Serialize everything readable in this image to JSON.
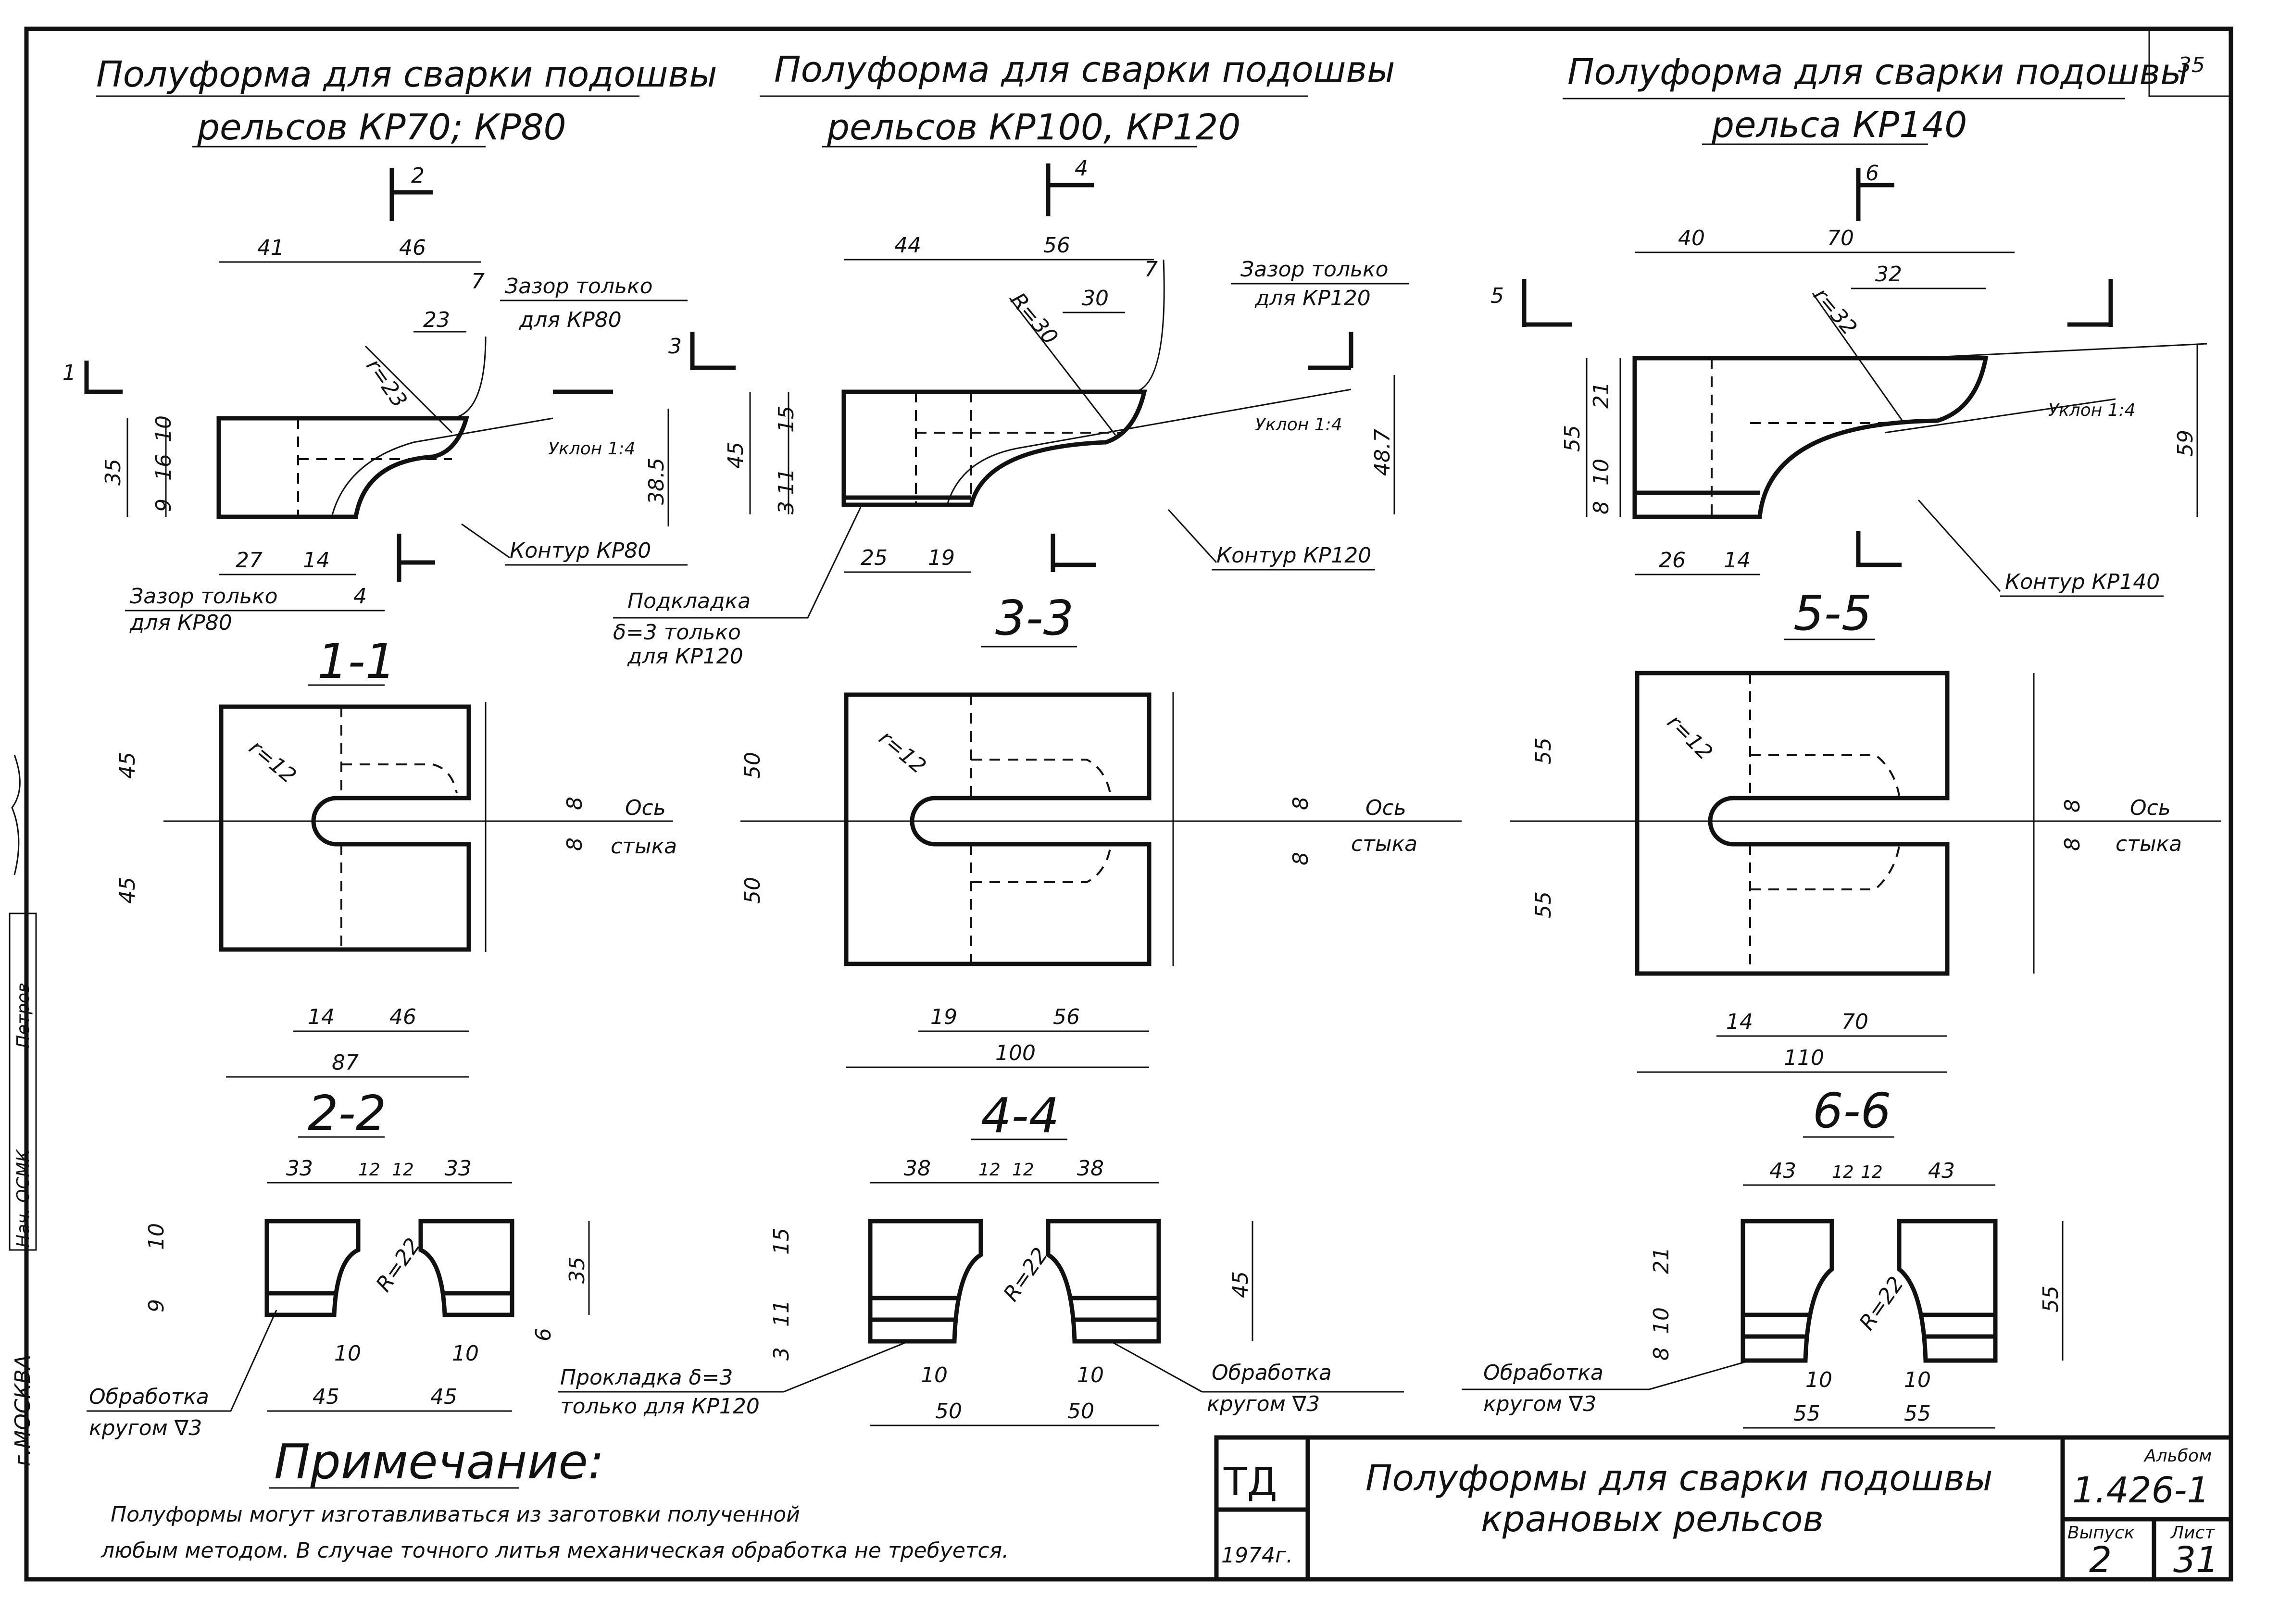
{
  "page_number": "35",
  "views": [
    {
      "title1": "Полуформа для сварки подошвы",
      "title2": "рельсов КР70; КР80",
      "cut_main": "2",
      "cut_side": "1",
      "dims_top": [
        "41",
        "46",
        "7",
        "23"
      ],
      "r_label": "r=23",
      "gap_label1": "Зазор только",
      "gap_label2": "для КР80",
      "dims_left": [
        "35",
        "10",
        "16",
        "9"
      ],
      "slope": "Уклон 1:4",
      "dim_right": "38.5",
      "dims_bottom": [
        "27",
        "14",
        "4"
      ],
      "contour": "Контур КР80",
      "gap_bottom1": "Зазор только",
      "gap_bottom2": "для КР80",
      "section_label": "1-1",
      "sec_r": "r=12",
      "sec_dims_left": [
        "45",
        "45"
      ],
      "sec_dims_bottom": [
        "14",
        "46",
        "87"
      ],
      "axis1": "Ось",
      "axis2": "стыка",
      "axis_dims": [
        "8",
        "8"
      ],
      "sub_label": "2-2",
      "sub_top": [
        "33",
        "12",
        "12",
        "33"
      ],
      "sub_left": [
        "10",
        "9"
      ],
      "sub_r": "R=22",
      "sub_right": [
        "35",
        "6"
      ],
      "sub_bottom": [
        "10",
        "10",
        "45",
        "45"
      ],
      "note1": "Обработка",
      "note2": "кругом ∇3"
    },
    {
      "title1": "Полуформа для сварки подошвы",
      "title2": "рельсов КР100, КР120",
      "cut_main": "4",
      "cut_side": "3",
      "dims_top": [
        "44",
        "56",
        "7",
        "30"
      ],
      "r_label": "R=30",
      "gap_label1": "Зазор только",
      "gap_label2": "для КР120",
      "dims_left": [
        "45",
        "15",
        "11",
        "3"
      ],
      "slope": "Уклон 1:4",
      "dim_right": "48.7",
      "dims_bottom": [
        "25",
        "19"
      ],
      "contour": "Контур КР120",
      "pad1": "Подкладка",
      "pad2": "δ=3 только",
      "pad3": "для КР120",
      "section_label": "3-3",
      "sec_r": "r=12",
      "sec_dims_left": [
        "50",
        "50"
      ],
      "sec_dims_bottom": [
        "19",
        "56",
        "100"
      ],
      "axis1": "Ось",
      "axis2": "стыка",
      "axis_dims": [
        "8",
        "8"
      ],
      "sub_label": "4-4",
      "sub_top": [
        "38",
        "12",
        "12",
        "38"
      ],
      "sub_left": [
        "15",
        "11",
        "3"
      ],
      "sub_r": "R=22",
      "sub_right": [
        "45"
      ],
      "sub_bottom": [
        "10",
        "10",
        "50",
        "50"
      ],
      "note1": "Прокладка δ=3",
      "note2": "только для КР120",
      "note3": "Обработка",
      "note4": "кругом ∇3"
    },
    {
      "title1": "Полуформа для сварки подошвы",
      "title2": "рельса КР140",
      "cut_main": "6",
      "cut_side": "5",
      "dims_top": [
        "40",
        "70",
        "32"
      ],
      "r_label": "r=32",
      "dims_left": [
        "55",
        "21",
        "10",
        "8"
      ],
      "slope": "Уклон 1:4",
      "dim_right": "59",
      "dims_bottom": [
        "26",
        "14"
      ],
      "contour": "Контур КР140",
      "section_label": "5-5",
      "sec_r": "r=12",
      "sec_dims_left": [
        "55",
        "55"
      ],
      "sec_dims_bottom": [
        "14",
        "70",
        "110"
      ],
      "axis1": "Ось",
      "axis2": "стыка",
      "axis_dims": [
        "8",
        "8"
      ],
      "sub_label": "6-6",
      "sub_top": [
        "43",
        "12",
        "12",
        "43"
      ],
      "sub_left": [
        "21",
        "10",
        "8"
      ],
      "sub_r": "R=22",
      "sub_right": [
        "55"
      ],
      "sub_bottom": [
        "10",
        "10",
        "55",
        "55"
      ],
      "note1": "Обработка",
      "note2": "кругом ∇3"
    }
  ],
  "note": {
    "title": "Примечание:",
    "line1": "Полуформы могут изготавливаться из заготовки полученной",
    "line2": "любым методом. В случае точного литья механическая обработка не требуется."
  },
  "sidebar": {
    "city": "г.МОСКВА",
    "role1": "Нач. ОСМК",
    "name1": "Петров"
  },
  "title_block": {
    "org": "ТД",
    "year": "1974г.",
    "title1": "Полуформы для сварки подошвы",
    "title2": "крановых рельсов",
    "album_label": "Альбом",
    "album": "1.426-1",
    "issue_label": "Выпуск",
    "issue": "2",
    "sheet_label": "Лист",
    "sheet": "31"
  }
}
